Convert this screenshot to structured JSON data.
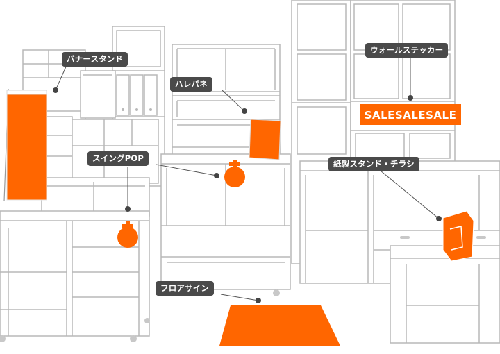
{
  "labels": {
    "banner_stand": "バナースタンド",
    "hale_pane": "ハレパネ",
    "wall_sticker": "ウォールステッカー",
    "swing_pop": "スイングPOP",
    "paper_stand": "紙製スタンド・チラシ",
    "floor_sign": "フロアサイン"
  },
  "sticker_text": "SALESALESALE",
  "colors": {
    "accent": "#ff6600",
    "label_bg": "#4a4a4a",
    "label_text": "#ffffff",
    "shelf_line": "#b8b8b8",
    "caster": "#c8c8c8"
  }
}
